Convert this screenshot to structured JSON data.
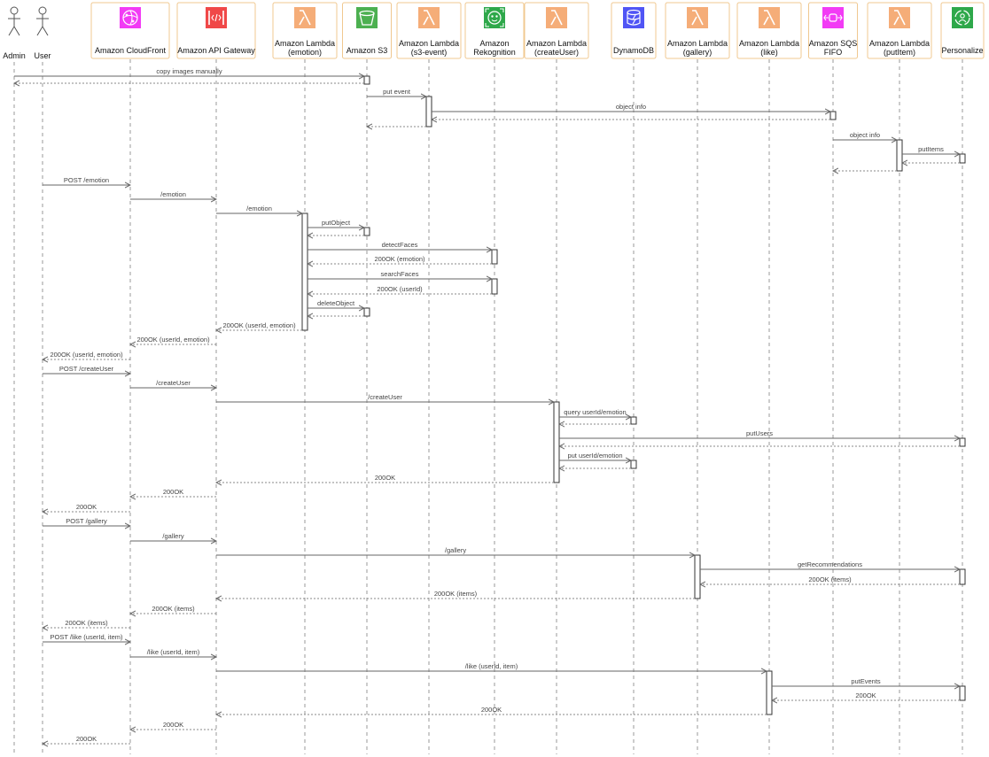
{
  "participants": [
    {
      "id": "admin",
      "lines": [
        "Admin"
      ],
      "kind": "actor"
    },
    {
      "id": "user",
      "lines": [
        "User"
      ],
      "kind": "actor"
    },
    {
      "id": "cf",
      "lines": [
        "Amazon CloudFront"
      ],
      "kind": "service",
      "icon": "cloudfront-icon",
      "color": "#f23bf5"
    },
    {
      "id": "apigw",
      "lines": [
        "Amazon API Gateway"
      ],
      "kind": "service",
      "icon": "api-gateway-icon",
      "color": "#f04848"
    },
    {
      "id": "lemotion",
      "lines": [
        "Amazon Lambda",
        "(emotion)"
      ],
      "kind": "service",
      "icon": "lambda-icon",
      "color": "#f5ad78"
    },
    {
      "id": "s3",
      "lines": [
        "Amazon S3"
      ],
      "kind": "service",
      "icon": "s3-bucket-icon",
      "color": "#4cb050"
    },
    {
      "id": "ls3event",
      "lines": [
        "Amazon Lambda",
        "(s3-event)"
      ],
      "kind": "service",
      "icon": "lambda-icon",
      "color": "#f5ad78"
    },
    {
      "id": "rek",
      "lines": [
        "Amazon",
        "Rekognition"
      ],
      "kind": "service",
      "icon": "rekognition-icon",
      "color": "#2ea84a"
    },
    {
      "id": "lcreate",
      "lines": [
        "Amazon Lambda",
        "(createUser)"
      ],
      "kind": "service",
      "icon": "lambda-icon",
      "color": "#f5ad78"
    },
    {
      "id": "ddb",
      "lines": [
        "DynamoDB"
      ],
      "kind": "service",
      "icon": "dynamodb-icon",
      "color": "#5055f5"
    },
    {
      "id": "lgallery",
      "lines": [
        "Amazon Lambda",
        "(gallery)"
      ],
      "kind": "service",
      "icon": "lambda-icon",
      "color": "#f5ad78"
    },
    {
      "id": "llike",
      "lines": [
        "Amazon Lambda",
        "(like)"
      ],
      "kind": "service",
      "icon": "lambda-icon",
      "color": "#f5ad78"
    },
    {
      "id": "sqs",
      "lines": [
        "Amazon SQS",
        "FIFO"
      ],
      "kind": "service",
      "icon": "sqs-icon",
      "color": "#f23bf5"
    },
    {
      "id": "lput",
      "lines": [
        "Amazon Lambda",
        "(putItem)"
      ],
      "kind": "service",
      "icon": "lambda-icon",
      "color": "#f5ad78"
    },
    {
      "id": "pers",
      "lines": [
        "Personalize"
      ],
      "kind": "service",
      "icon": "personalize-icon",
      "color": "#2ea84a"
    }
  ],
  "messages": [
    {
      "from": "admin",
      "to": "s3",
      "label": "copy images manually",
      "style": "solid"
    },
    {
      "from": "s3",
      "to": "admin",
      "label": "",
      "style": "dotted"
    },
    {
      "from": "s3",
      "to": "ls3event",
      "label": "put event",
      "style": "solid"
    },
    {
      "from": "ls3event",
      "to": "sqs",
      "label": "object info",
      "style": "solid"
    },
    {
      "from": "sqs",
      "to": "ls3event",
      "label": "",
      "style": "dotted"
    },
    {
      "from": "ls3event",
      "to": "s3",
      "label": "",
      "style": "dotted"
    },
    {
      "from": "sqs",
      "to": "lput",
      "label": "object info",
      "style": "solid"
    },
    {
      "from": "lput",
      "to": "pers",
      "label": "putItems",
      "style": "solid"
    },
    {
      "from": "pers",
      "to": "lput",
      "label": "",
      "style": "dotted"
    },
    {
      "from": "lput",
      "to": "sqs",
      "label": "",
      "style": "dotted"
    },
    {
      "from": "user",
      "to": "cf",
      "label": "POST /emotion",
      "style": "solid"
    },
    {
      "from": "cf",
      "to": "apigw",
      "label": "/emotion",
      "style": "solid"
    },
    {
      "from": "apigw",
      "to": "lemotion",
      "label": "/emotion",
      "style": "solid"
    },
    {
      "from": "lemotion",
      "to": "s3",
      "label": "putObject",
      "style": "solid"
    },
    {
      "from": "s3",
      "to": "lemotion",
      "label": "",
      "style": "dotted"
    },
    {
      "from": "lemotion",
      "to": "rek",
      "label": "detectFaces",
      "style": "solid"
    },
    {
      "from": "rek",
      "to": "lemotion",
      "label": "200OK (emotion)",
      "style": "dotted"
    },
    {
      "from": "lemotion",
      "to": "rek",
      "label": "searchFaces",
      "style": "solid"
    },
    {
      "from": "rek",
      "to": "lemotion",
      "label": "200OK (userId)",
      "style": "dotted"
    },
    {
      "from": "lemotion",
      "to": "s3",
      "label": "deleteObject",
      "style": "solid"
    },
    {
      "from": "s3",
      "to": "lemotion",
      "label": "",
      "style": "dotted"
    },
    {
      "from": "lemotion",
      "to": "apigw",
      "label": "200OK (userId, emotion)",
      "style": "dotted"
    },
    {
      "from": "apigw",
      "to": "cf",
      "label": "200OK (userId, emotion)",
      "style": "dotted"
    },
    {
      "from": "cf",
      "to": "user",
      "label": "200OK (userId, emotion)",
      "style": "dotted"
    },
    {
      "from": "user",
      "to": "cf",
      "label": "POST /createUser",
      "style": "solid"
    },
    {
      "from": "cf",
      "to": "apigw",
      "label": "/createUser",
      "style": "solid"
    },
    {
      "from": "apigw",
      "to": "lcreate",
      "label": "/createUser",
      "style": "solid"
    },
    {
      "from": "lcreate",
      "to": "ddb",
      "label": "query userId/emotion",
      "style": "solid"
    },
    {
      "from": "ddb",
      "to": "lcreate",
      "label": "",
      "style": "dotted"
    },
    {
      "from": "lcreate",
      "to": "pers",
      "label": "putUsers",
      "style": "solid"
    },
    {
      "from": "pers",
      "to": "lcreate",
      "label": "",
      "style": "dotted"
    },
    {
      "from": "lcreate",
      "to": "ddb",
      "label": "put userId/emotion",
      "style": "solid"
    },
    {
      "from": "ddb",
      "to": "lcreate",
      "label": "",
      "style": "dotted"
    },
    {
      "from": "lcreate",
      "to": "apigw",
      "label": "200OK",
      "style": "dotted"
    },
    {
      "from": "apigw",
      "to": "cf",
      "label": "200OK",
      "style": "dotted"
    },
    {
      "from": "cf",
      "to": "user",
      "label": "200OK",
      "style": "dotted"
    },
    {
      "from": "user",
      "to": "cf",
      "label": "POST /gallery",
      "style": "solid"
    },
    {
      "from": "cf",
      "to": "apigw",
      "label": "/gallery",
      "style": "solid"
    },
    {
      "from": "apigw",
      "to": "lgallery",
      "label": "/gallery",
      "style": "solid"
    },
    {
      "from": "lgallery",
      "to": "pers",
      "label": "getRecommendations",
      "style": "solid"
    },
    {
      "from": "pers",
      "to": "lgallery",
      "label": "200OK (items)",
      "style": "dotted"
    },
    {
      "from": "lgallery",
      "to": "apigw",
      "label": "200OK (items)",
      "style": "dotted"
    },
    {
      "from": "apigw",
      "to": "cf",
      "label": "200OK (items)",
      "style": "dotted"
    },
    {
      "from": "cf",
      "to": "user",
      "label": "200OK (items)",
      "style": "dotted"
    },
    {
      "from": "user",
      "to": "cf",
      "label": "POST /like (userId, item)",
      "style": "solid"
    },
    {
      "from": "cf",
      "to": "apigw",
      "label": "/like (userId, item)",
      "style": "solid"
    },
    {
      "from": "apigw",
      "to": "llike",
      "label": "/like (userId, item)",
      "style": "solid"
    },
    {
      "from": "llike",
      "to": "pers",
      "label": "putEvents",
      "style": "solid"
    },
    {
      "from": "pers",
      "to": "llike",
      "label": "200OK",
      "style": "dotted"
    },
    {
      "from": "llike",
      "to": "apigw",
      "label": "200OK",
      "style": "dotted"
    },
    {
      "from": "apigw",
      "to": "cf",
      "label": "200OK",
      "style": "dotted"
    },
    {
      "from": "cf",
      "to": "user",
      "label": "200OK",
      "style": "dotted"
    }
  ]
}
